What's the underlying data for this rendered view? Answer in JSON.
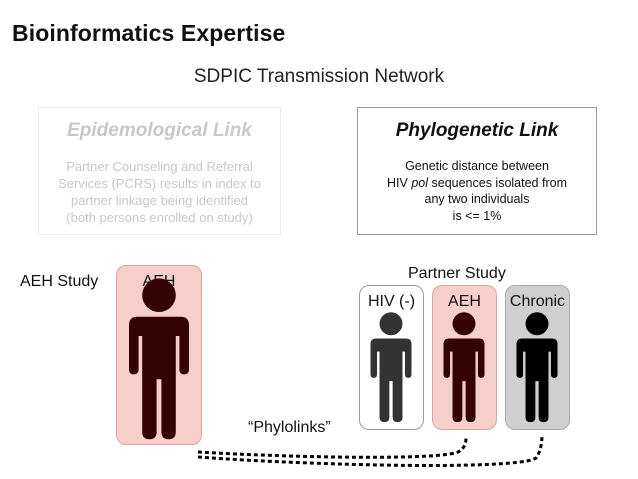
{
  "header": {
    "title": "Bioinformatics Expertise",
    "subtitle": "SDPIC Transmission Network"
  },
  "epidemiological_link": {
    "heading": "Epidemological Link",
    "lines": [
      "Partner Counseling and Referral",
      "Services (PCRS) results in index to",
      "partner linkage being identified",
      "(both persons enrolled on study)"
    ]
  },
  "phylogenetic_link": {
    "heading": "Phylogenetic Link",
    "line1": "Genetic distance between",
    "line2_pre": "HIV ",
    "line2_italic": "pol",
    "line2_post": " sequences isolated from",
    "line3": "any two individuals",
    "line4": "is <= 1%"
  },
  "aeh_study": {
    "label": "AEH Study",
    "person_label": "AEH"
  },
  "partner_study": {
    "label": "Partner Study",
    "persons": [
      "HIV (-)",
      "AEH",
      "Chronic"
    ]
  },
  "phylolinks_label": "“Phylolinks”",
  "colors": {
    "aeh_panel": "#f6cfc9",
    "chronic_panel": "#cfcfcf",
    "aeh_figure": "#360303",
    "hiv_neg_figure": "#333333",
    "chronic_figure": "#000000"
  }
}
